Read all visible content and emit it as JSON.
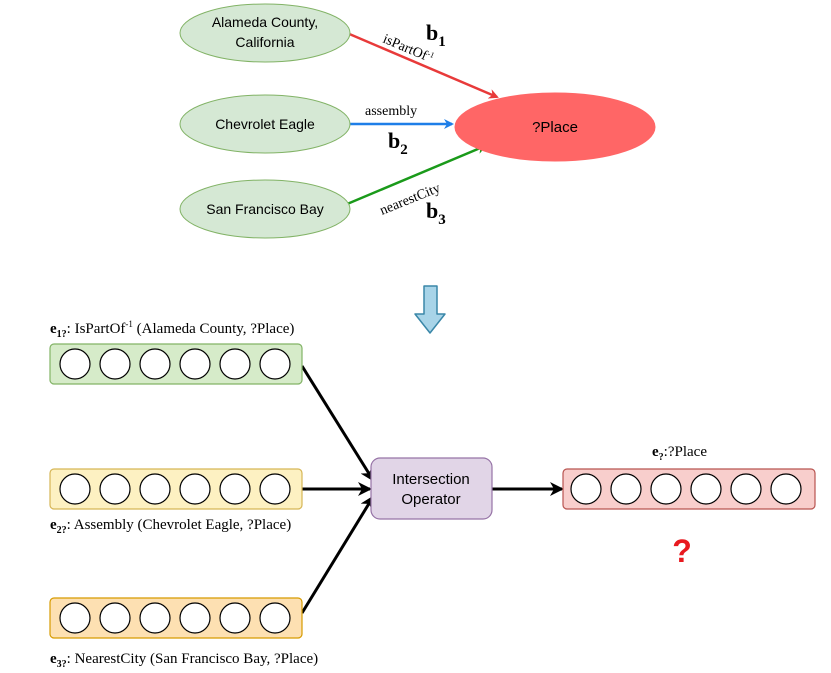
{
  "query_graph": {
    "anchors": [
      {
        "label_line1": "Alameda County,",
        "label_line2": "California"
      },
      {
        "label_line1": "Chevrolet Eagle",
        "label_line2": ""
      },
      {
        "label_line1": "San Francisco Bay",
        "label_line2": ""
      }
    ],
    "target": {
      "label": "?Place"
    },
    "edges": [
      {
        "relation": "isPartOf",
        "superscript": "-1",
        "branch": "b",
        "branch_sub": "1",
        "color": "#e83a3a"
      },
      {
        "relation": "assembly",
        "superscript": "",
        "branch": "b",
        "branch_sub": "2",
        "color": "#1e7ee8"
      },
      {
        "relation": "nearestCity",
        "superscript": "",
        "branch": "b",
        "branch_sub": "3",
        "color": "#1a9a1a"
      }
    ]
  },
  "transition_arrow": {
    "icon": "down-arrow-icon",
    "color": "#a8d4e8"
  },
  "embeddings": [
    {
      "var": "e",
      "var_sub": "1?",
      "relation": ": IsPartOf",
      "superscript": "-1",
      "args": " (Alameda County, ?Place)",
      "color": "#d6ebc9",
      "border": "#82b366"
    },
    {
      "var": "e",
      "var_sub": "2?",
      "relation": ": Assembly",
      "superscript": "",
      "args": " (Chevrolet Eagle, ?Place)",
      "color": "#fdf1c2",
      "border": "#d6b656"
    },
    {
      "var": "e",
      "var_sub": "3?",
      "relation": ": NearestCity",
      "superscript": "",
      "args": " (San Francisco Bay, ?Place)",
      "color": "#fde0b2",
      "border": "#d79b00"
    }
  ],
  "operator": {
    "line1": "Intersection",
    "line2": "Operator",
    "color": "#e1d5e7",
    "border": "#9673a6"
  },
  "output": {
    "var": "e",
    "var_sub": "?",
    "label": ":?Place",
    "color": "#f8cecc",
    "border": "#b85450",
    "question_mark": "?",
    "question_color": "#e8191f"
  },
  "colors": {
    "target_fill": "#ff6666",
    "anchor_fill": "#d5e8d4",
    "anchor_border": "#82b366"
  }
}
